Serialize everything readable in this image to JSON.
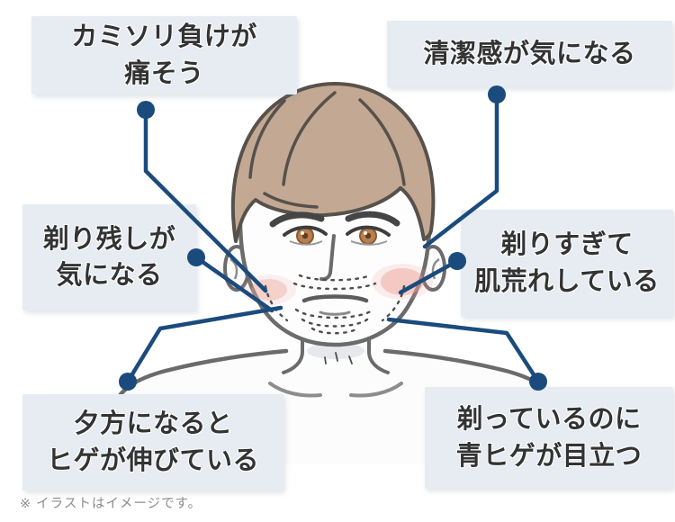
{
  "colors": {
    "page_bg": "#ffffff",
    "label_bg": "#e6ecf1",
    "label_text": "#333333",
    "connector": "#1b4b7d",
    "note_text": "#8c8c8c",
    "hair": "#c3a993"
  },
  "callouts": [
    {
      "id": "razor-burn",
      "lines": [
        "カミソリ負けが",
        "痛そう"
      ]
    },
    {
      "id": "cleanliness",
      "lines": [
        "清潔感が気になる"
      ]
    },
    {
      "id": "missed-stubble",
      "lines": [
        "剃り残しが",
        "気になる"
      ]
    },
    {
      "id": "over-shaved-rough-skin",
      "lines": [
        "剃りすぎて",
        "肌荒れしている"
      ]
    },
    {
      "id": "evening-stubble",
      "lines": [
        "夕方になると",
        "ヒゲが伸びている"
      ]
    },
    {
      "id": "blue-beard",
      "lines": [
        "剃っているのに",
        "青ヒゲが目立つ"
      ]
    }
  ],
  "note": "※ イラストはイメージです。"
}
